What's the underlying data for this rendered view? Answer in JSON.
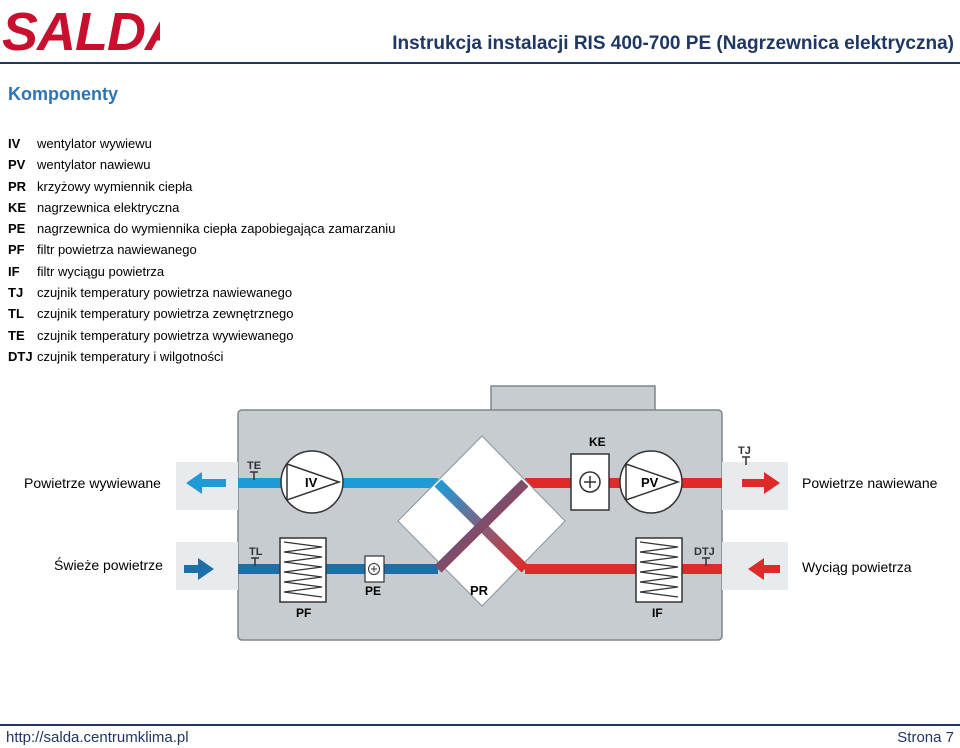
{
  "header": {
    "logo_text": "SALDA",
    "title": "Instrukcja instalacji RIS 400-700 PE (Nagrzewnica elektryczna)"
  },
  "section_title": "Komponenty",
  "components": [
    {
      "code": "IV",
      "desc": "wentylator wywiewu"
    },
    {
      "code": "PV",
      "desc": "wentylator nawiewu"
    },
    {
      "code": "PR",
      "desc": "krzyżowy wymiennik ciepła"
    },
    {
      "code": "KE",
      "desc": "nagrzewnica elektryczna"
    },
    {
      "code": "PE",
      "desc": "nagrzewnica do wymiennika ciepła zapobiegająca zamarzaniu"
    },
    {
      "code": "PF",
      "desc": "filtr powietrza nawiewanego"
    },
    {
      "code": "IF",
      "desc": "filtr wyciągu powietrza"
    },
    {
      "code": "TJ",
      "desc": "czujnik temperatury powietrza nawiewanego"
    },
    {
      "code": "TL",
      "desc": "czujnik temperatury powietrza zewnętrznego"
    },
    {
      "code": "TE",
      "desc": "czujnik temperatury powietrza wywiewanego"
    },
    {
      "code": "DTJ",
      "desc": "czujnik temperatury i wilgotności"
    }
  ],
  "diagram": {
    "labels": {
      "exhaust_air": "Powietrze wywiewane",
      "supply_air": "Powietrze nawiewane",
      "fresh_air": "Świeże powietrze",
      "extract_air": "Wyciąg powietrza",
      "te": "TE",
      "tj": "TJ",
      "tl": "TL",
      "dtj": "DTJ",
      "ke": "KE",
      "iv": "IV",
      "pv": "PV",
      "pr": "PR",
      "pf": "PF",
      "pe": "PE",
      "if": "IF"
    },
    "colors": {
      "cold_blue": "#1e6fa8",
      "light_blue": "#1e9bd7",
      "warm_red": "#e02a2a",
      "housing": "#c7ccd1",
      "housing_stroke": "#7e868c"
    }
  },
  "footer": {
    "url": "http://salda.centrumklima.pl",
    "page": "Strona 7"
  }
}
